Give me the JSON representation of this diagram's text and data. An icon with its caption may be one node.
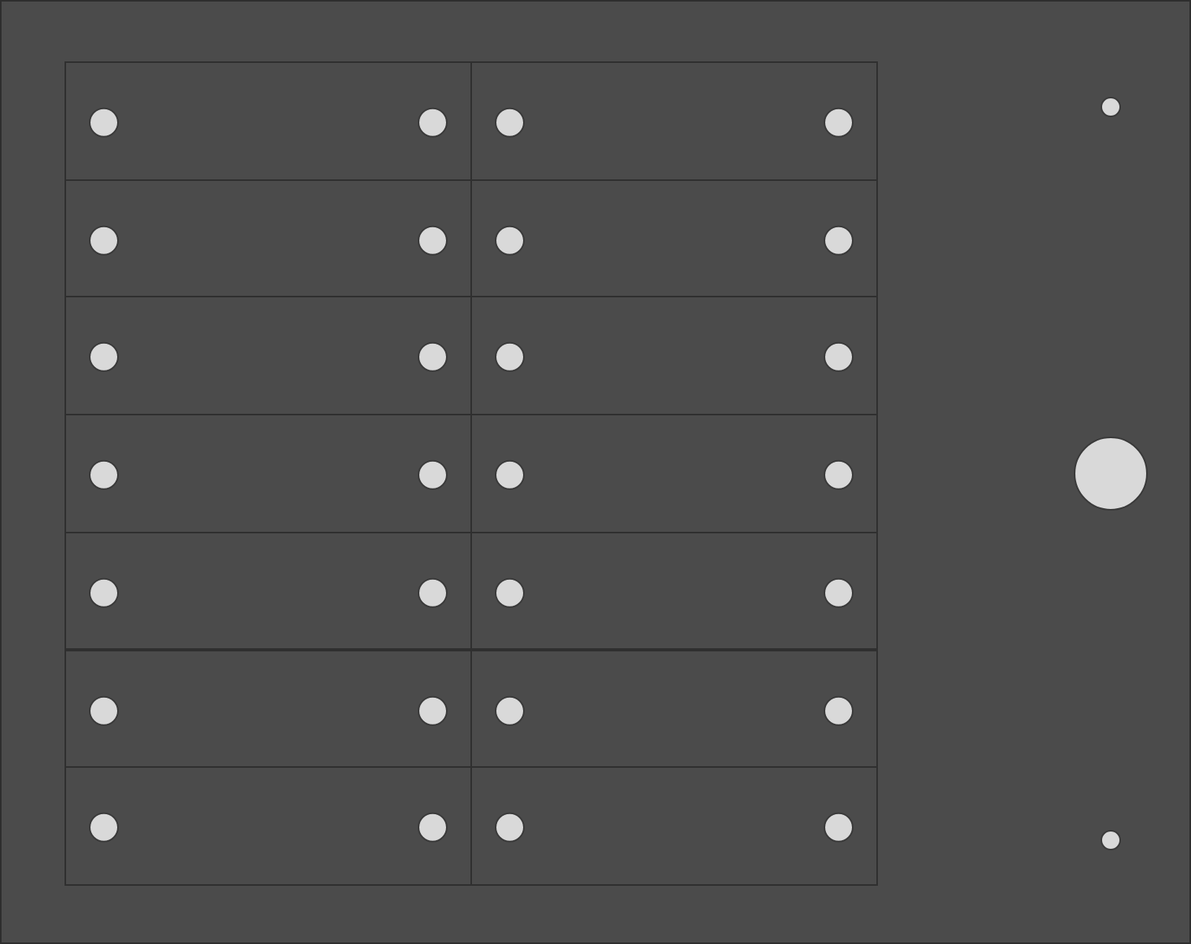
{
  "diagram": {
    "nodes": [
      {
        "text": [],
        "shape": "box"
      },
      {
        "text": [],
        "shape": "box"
      },
      {
        "text": [],
        "shape": "box"
      },
      {
        "text": [],
        "shape": "box"
      },
      {
        "text": [],
        "shape": "box"
      },
      {
        "text": [],
        "shape": "box"
      },
      {
        "text": [],
        "shape": "box"
      },
      {
        "text": [],
        "shape": "box"
      },
      {
        "text": [],
        "shape": "box"
      },
      {
        "text": [],
        "shape": "box"
      },
      {
        "text": [],
        "shape": "box"
      },
      {
        "text": [],
        "shape": "box"
      },
      {
        "text": [],
        "shape": "box"
      },
      {
        "text": [],
        "shape": "box"
      }
    ]
  }
}
